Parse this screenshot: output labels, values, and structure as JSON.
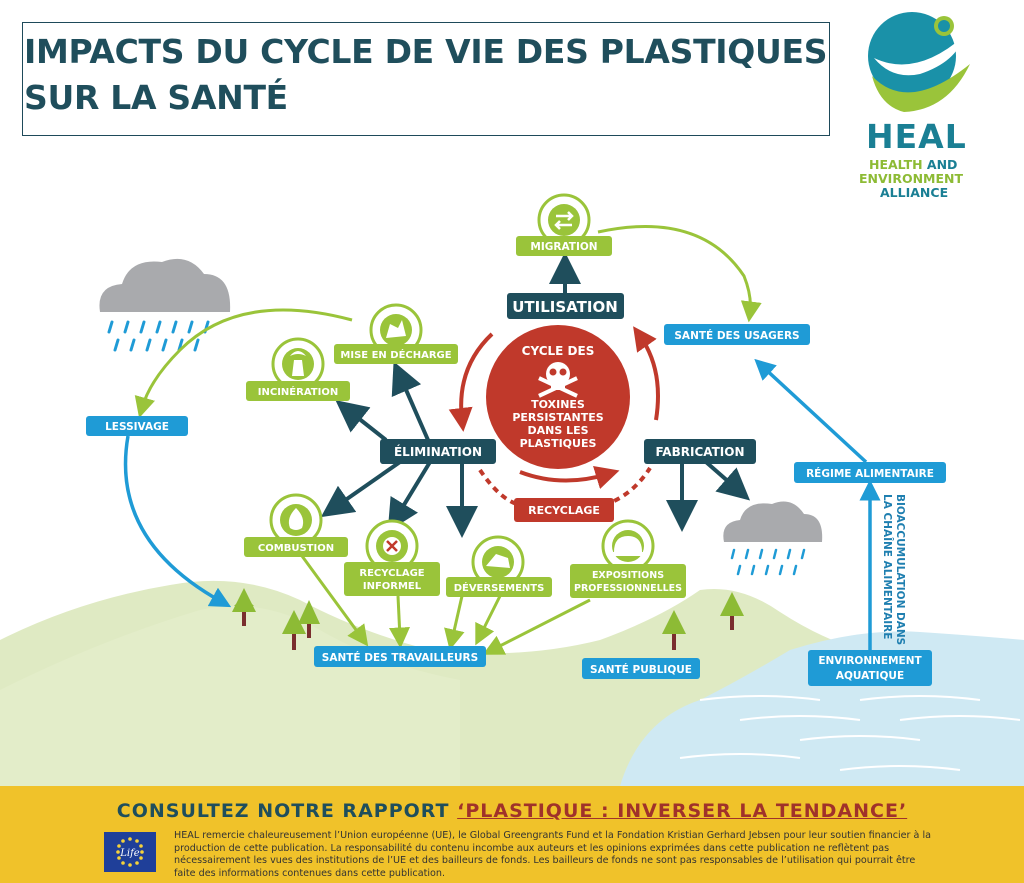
{
  "title": {
    "line1": "IMPACTS DU CYCLE DE VIE DES PLASTIQUES",
    "line2": "SUR LA SANTÉ"
  },
  "logo": {
    "acronym": "HEAL",
    "line1a": "HEALTH",
    "line1b": "AND",
    "line2": "ENVIRONMENT",
    "line3": "ALLIANCE"
  },
  "center": {
    "line1": "CYCLE DES",
    "line2": "TOXINES",
    "line3": "PERSISTANTES",
    "line4": "DANS LES",
    "line5": "PLASTIQUES"
  },
  "nodes": {
    "utilisation": "UTILISATION",
    "elimination": "ÉLIMINATION",
    "fabrication": "FABRICATION",
    "recyclage": "RECYCLAGE",
    "migration": "MIGRATION",
    "mise_en_decharge": "MISE EN DÉCHARGE",
    "incineration": "INCINÉRATION",
    "combustion": "COMBUSTION",
    "recyclage_informel_1": "RECYCLAGE",
    "recyclage_informel_2": "INFORMEL",
    "deversements": "DÉVERSEMENTS",
    "expositions_1": "EXPOSITIONS",
    "expositions_2": "PROFESSIONNELLES",
    "lessivage": "LESSIVAGE",
    "sante_usagers": "SANTÉ DES USAGERS",
    "regime_alimentaire": "RÉGIME ALIMENTAIRE",
    "sante_travailleurs": "SANTÉ DES TRAVAILLEURS",
    "sante_publique": "SANTÉ PUBLIQUE",
    "env_aquatique_1": "ENVIRONNEMENT",
    "env_aquatique_2": "AQUATIQUE",
    "bioaccumulation_1": "BIOACCUMULATION DANS",
    "bioaccumulation_2": "LA CHAÎNE ALIMENTAIRE"
  },
  "footer": {
    "cta_prefix": "CONSULTEZ NOTRE RAPPORT ",
    "cta_link": "‘PLASTIQUE : INVERSER LA TENDANCE’",
    "eu_label": "Life",
    "note": "HEAL remercie chaleureusement l’Union européenne (UE), le Global Greengrants Fund et  la Fondation Kristian Gerhard Jebsen pour leur soutien financier à la production de cette publication. La responsabilité du contenu incombe aux auteurs et les opinions exprimées dans cette publication ne reflètent pas nécessairement les vues des institutions de l’UE et des bailleurs de fonds. Les bailleurs de fonds ne sont pas responsables de l’utilisation qui pourrait être faite des informations contenues dans cette publication."
  },
  "colors": {
    "navy": "#1f4e5c",
    "red": "#c0392b",
    "green": "#9ac43a",
    "blue": "#1f9bd6",
    "water": "#cfe9f3",
    "hill": "#dfeac3",
    "yellow": "#f0c22a"
  }
}
